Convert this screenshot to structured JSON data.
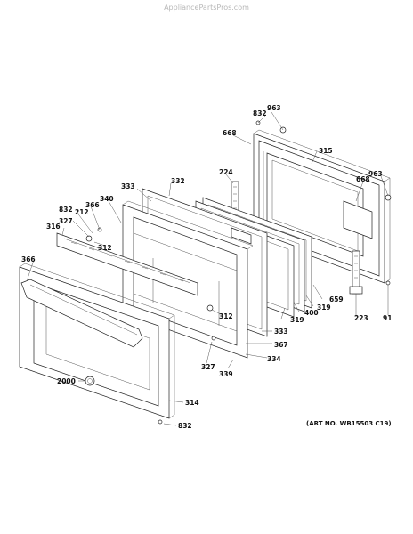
{
  "watermark": "AppliancePartsPros.com",
  "art_number": "(ART NO. WB15503 C19)",
  "parts": {
    "p963a": "963",
    "p832a": "832",
    "p668a": "668",
    "p315": "315",
    "p963b": "963",
    "p668b": "668",
    "p224": "224",
    "p333a": "333",
    "p332": "332",
    "p340": "340",
    "p366a": "366",
    "p212": "212",
    "p832b": "832",
    "p327a": "327",
    "p316": "316",
    "p312a": "312",
    "p366b": "366",
    "p659": "659",
    "p319a": "319",
    "p400": "400",
    "p319b": "319",
    "p223": "223",
    "p91": "91",
    "p312b": "312",
    "p333b": "333",
    "p367": "367",
    "p327b": "327",
    "p334": "334",
    "p339": "339",
    "p2000": "2000",
    "p314": "314",
    "p832c": "832"
  }
}
